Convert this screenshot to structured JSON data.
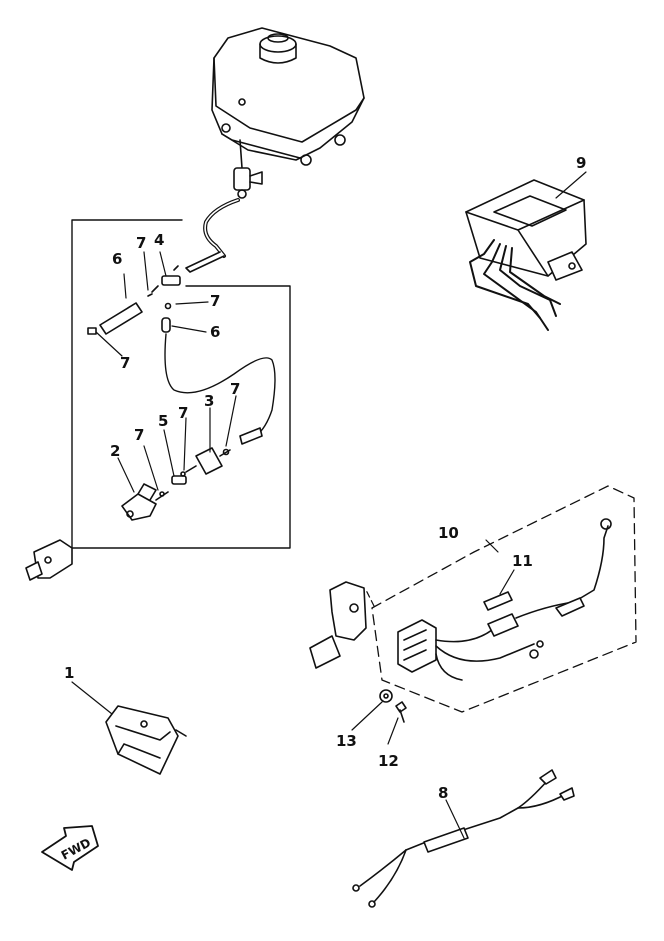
{
  "diagram": {
    "callouts": [
      {
        "id": "c1",
        "label": "1"
      },
      {
        "id": "c2",
        "label": "2"
      },
      {
        "id": "c3",
        "label": "3"
      },
      {
        "id": "c4",
        "label": "4"
      },
      {
        "id": "c5",
        "label": "5"
      },
      {
        "id": "c6a",
        "label": "6"
      },
      {
        "id": "c6b",
        "label": "6"
      },
      {
        "id": "c7a",
        "label": "7"
      },
      {
        "id": "c7b",
        "label": "7"
      },
      {
        "id": "c7c",
        "label": "7"
      },
      {
        "id": "c7d",
        "label": "7"
      },
      {
        "id": "c7e",
        "label": "7"
      },
      {
        "id": "c7f",
        "label": "7"
      },
      {
        "id": "c8",
        "label": "8"
      },
      {
        "id": "c9",
        "label": "9"
      },
      {
        "id": "c10",
        "label": "10"
      },
      {
        "id": "c11",
        "label": "11"
      },
      {
        "id": "c12",
        "label": "12"
      },
      {
        "id": "c13",
        "label": "13"
      }
    ],
    "direction_label": "FWD"
  }
}
